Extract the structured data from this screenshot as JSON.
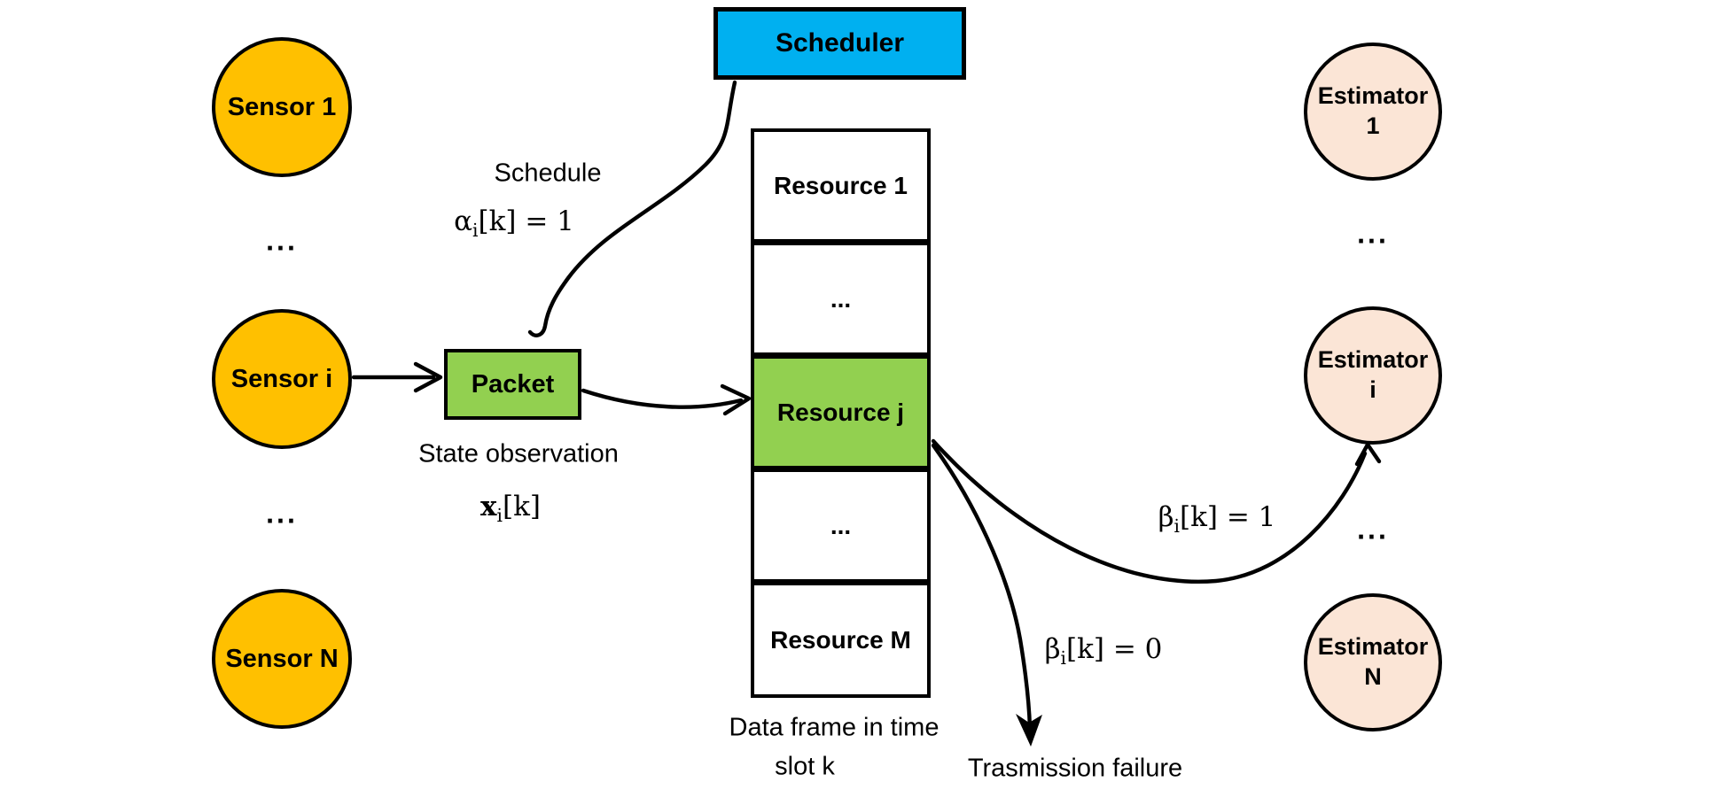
{
  "colors": {
    "background": "#FFFFFF",
    "sensor_fill": "#FFC000",
    "scheduler_fill": "#00B0F0",
    "resource_fill": "#92D050",
    "estimator_fill": "#FBE5D6",
    "stroke": "#000000"
  },
  "scheduler": {
    "label": "Scheduler"
  },
  "packet": {
    "label": "Packet"
  },
  "sensors": {
    "ellipsis": "...",
    "items": [
      {
        "label": "Sensor 1"
      },
      {
        "label": "Sensor i"
      },
      {
        "label": "Sensor N"
      }
    ]
  },
  "estimators": {
    "ellipsis": "...",
    "items": [
      {
        "line1": "Estimator",
        "line2": "1"
      },
      {
        "line1": "Estimator",
        "line2": "i"
      },
      {
        "line1": "Estimator",
        "line2": "N"
      }
    ]
  },
  "data_frame": {
    "cells": [
      {
        "label": "Resource 1"
      },
      {
        "label": "..."
      },
      {
        "label": "Resource j"
      },
      {
        "label": "..."
      },
      {
        "label": "Resource M"
      }
    ],
    "caption_line1": "Data frame in time",
    "caption_line2": "slot k"
  },
  "annotations": {
    "schedule": {
      "label": "Schedule"
    },
    "alpha": {
      "sym": "α",
      "sub": "i",
      "rest": "[k] = 1"
    },
    "state_observation": {
      "label": "State observation"
    },
    "x": {
      "sym": "x",
      "sub": "i",
      "rest": "[k]"
    },
    "beta1": {
      "sym": "β",
      "sub": "i",
      "rest": "[k] = 1"
    },
    "beta0": {
      "sym": "β",
      "sub": "i",
      "rest": "[k] = 0"
    },
    "failure": {
      "label": "Trasmission failure"
    }
  }
}
